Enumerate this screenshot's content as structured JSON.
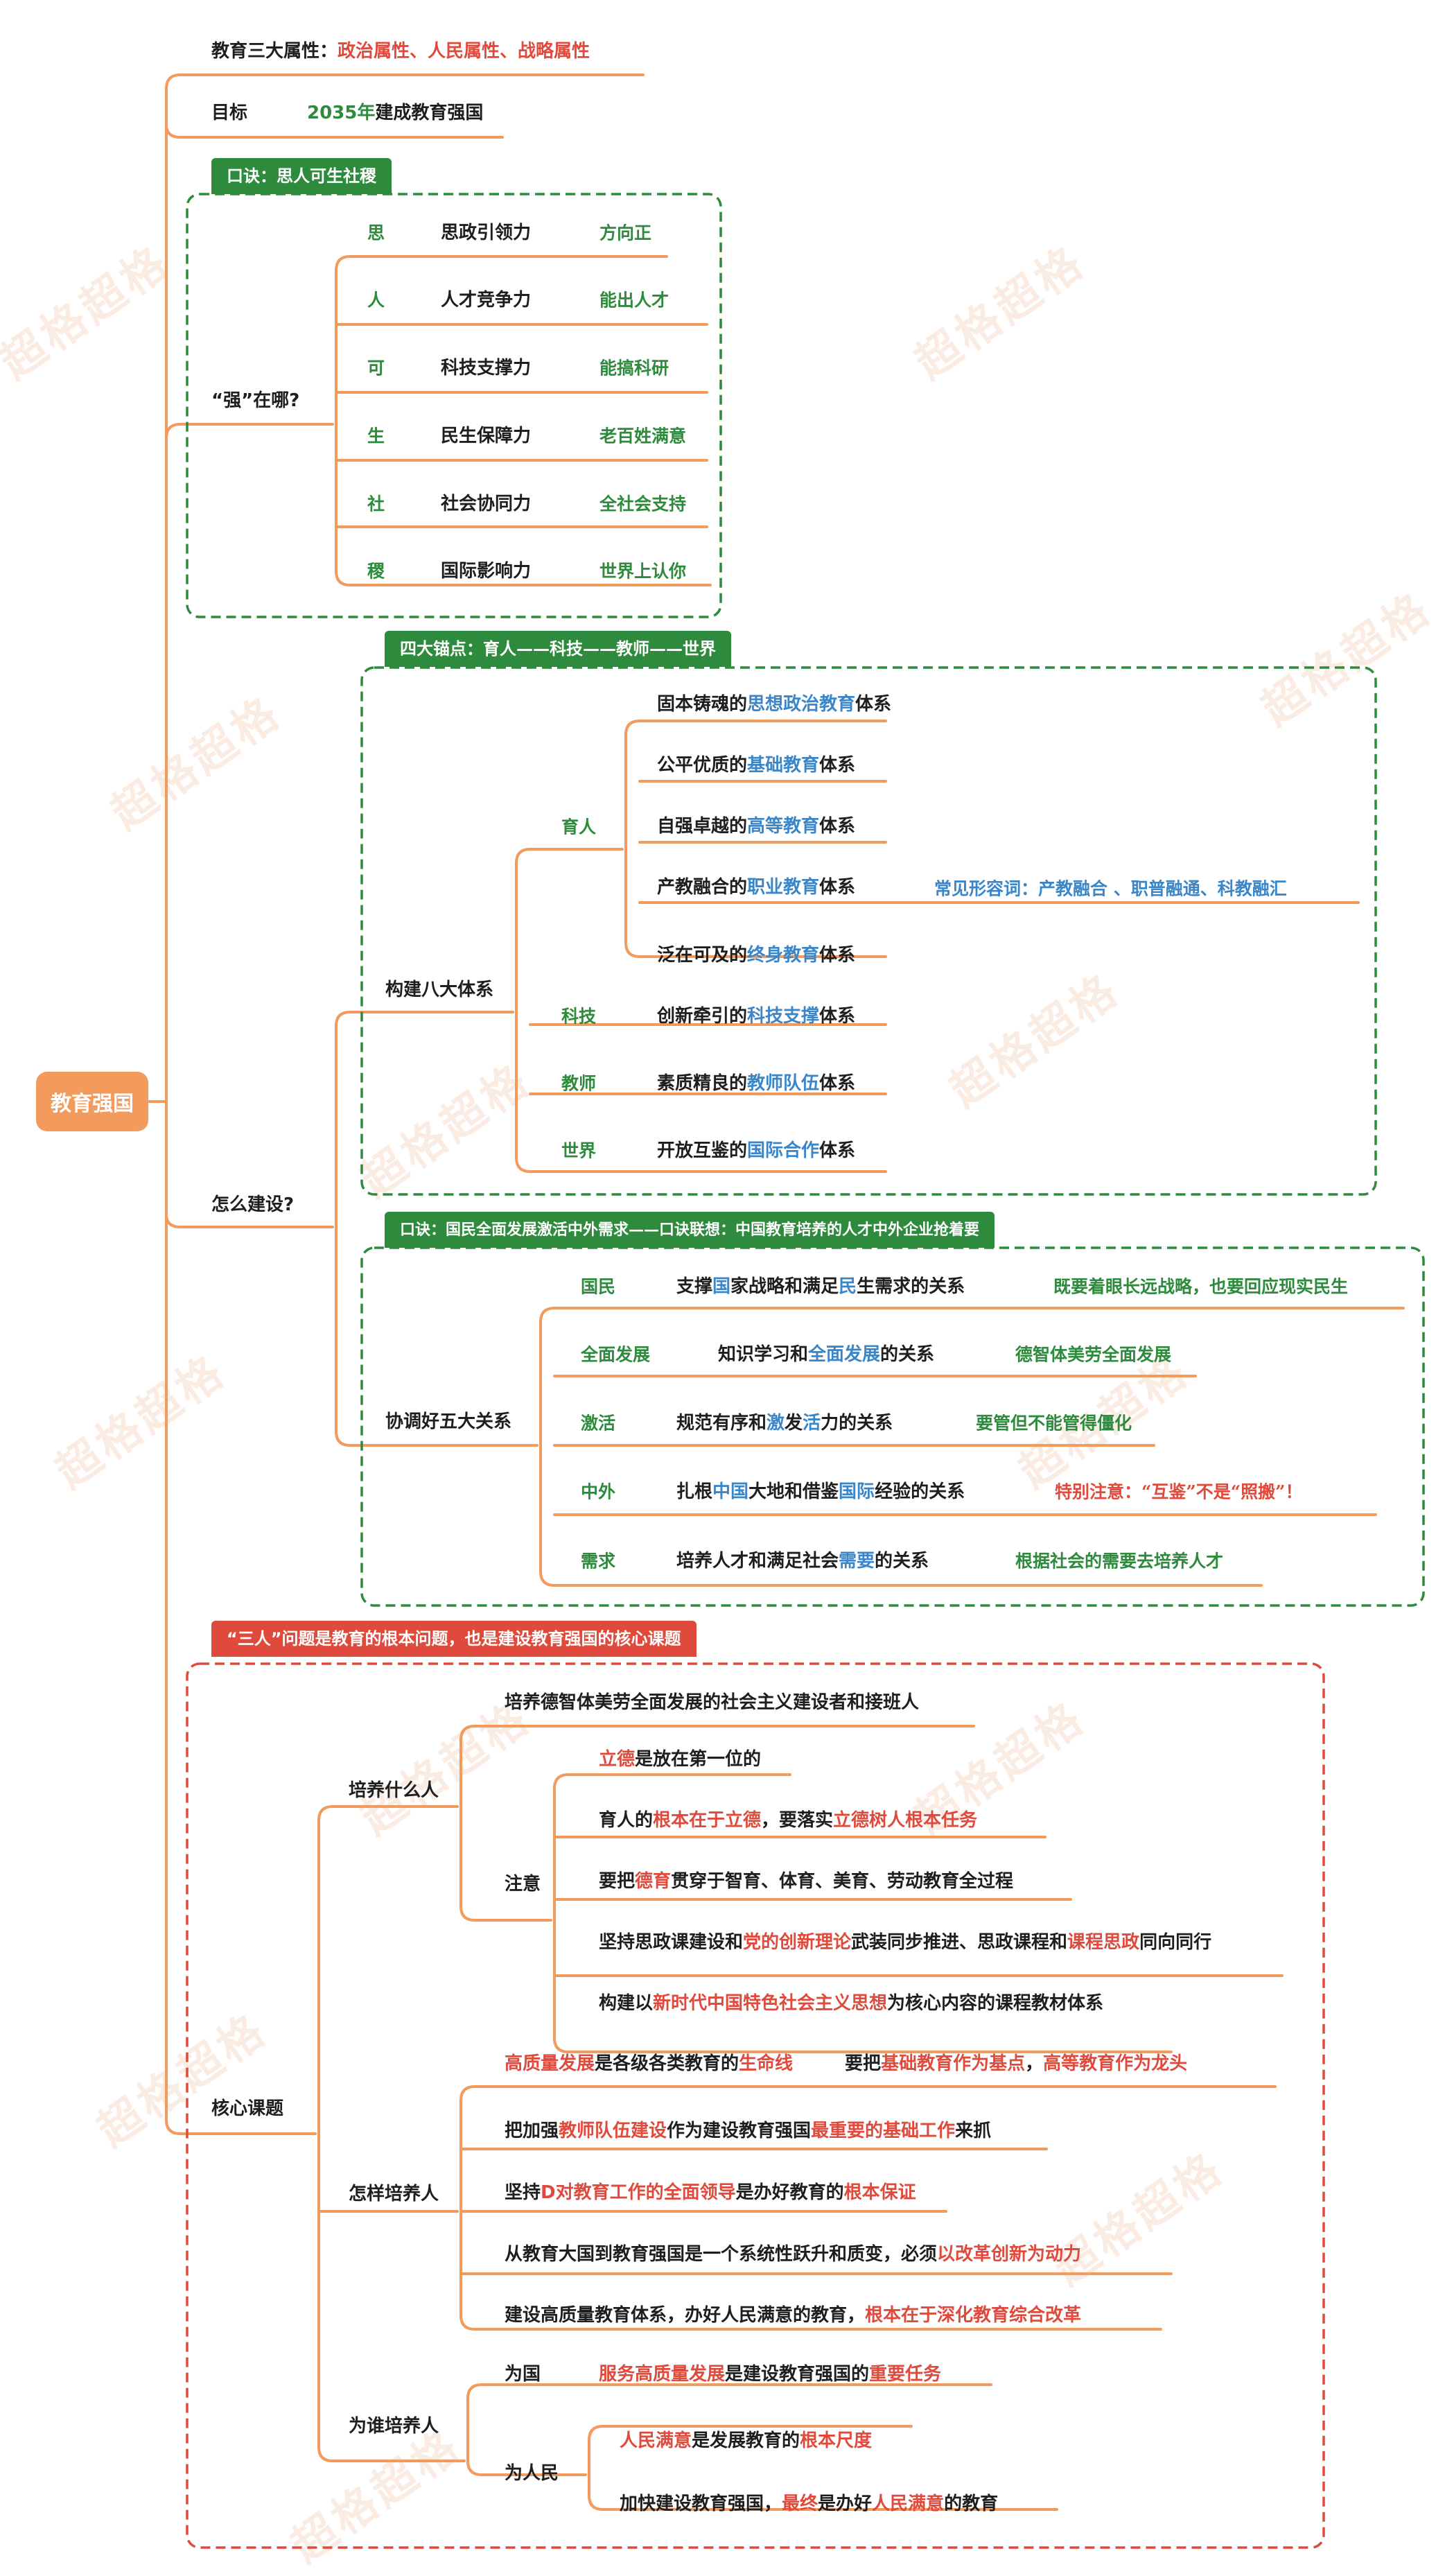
{
  "root": "教育强国",
  "watermark": "超格超格",
  "attrs": {
    "label": "教育三大属性：",
    "value": "政治属性、人民属性、战略属性"
  },
  "goal": {
    "label": "目标",
    "year": "2035年",
    "text": "建成教育强国"
  },
  "strong": {
    "tag": "口诀：思人可生社稷",
    "branch": "“强”在哪?",
    "items": [
      {
        "key": "思",
        "name": "思政引领力",
        "note": "方向正"
      },
      {
        "key": "人",
        "name": "人才竞争力",
        "note": "能出人才"
      },
      {
        "key": "可",
        "name": "科技支撑力",
        "note": "能搞科研"
      },
      {
        "key": "生",
        "name": "民生保障力",
        "note": "老百姓满意"
      },
      {
        "key": "社",
        "name": "社会协同力",
        "note": "全社会支持"
      },
      {
        "key": "稷",
        "name": "国际影响力",
        "note": "世界上认你"
      }
    ]
  },
  "build": {
    "branch": "怎么建设?",
    "eight": {
      "tag": "四大锚点：育人——科技——教师——世界",
      "label": "构建八大体系",
      "groups": {
        "yuren": "育人",
        "keji": "科技",
        "jiaoshi": "教师",
        "shijie": "世界"
      },
      "items": [
        {
          "a": "固本铸魂的",
          "b": "思想政治教育",
          "c": "体系"
        },
        {
          "a": "公平优质的",
          "b": "基础教育",
          "c": "体系"
        },
        {
          "a": "自强卓越的",
          "b": "高等教育",
          "c": "体系"
        },
        {
          "a": "产教融合的",
          "b": "职业教育",
          "c": "体系"
        },
        {
          "a": "泛在可及的",
          "b": "终身教育",
          "c": "体系"
        },
        {
          "a": "创新牵引的",
          "b": "科技支撑",
          "c": "体系"
        },
        {
          "a": "素质精良的",
          "b": "教师队伍",
          "c": "体系"
        },
        {
          "a": "开放互鉴的",
          "b": "国际合作",
          "c": "体系"
        }
      ],
      "vocational_note": "常见形容词：产教融合 、职普融通、科教融汇"
    },
    "five": {
      "tag": "口诀：国民全面发展激活中外需求——口诀联想：中国教育培养的人才中外企业抢着要",
      "label": "协调好五大关系",
      "items": [
        {
          "key": "国民",
          "p": [
            "支撑",
            "国",
            "家战略和满足",
            "民",
            "生需求的关系"
          ],
          "note": "既要着眼长远战略，也要回应现实民生"
        },
        {
          "key": "全面发展",
          "p": [
            "知识学习和",
            "全面发展",
            "的关系"
          ],
          "note": "德智体美劳全面发展"
        },
        {
          "key": "激活",
          "p": [
            "规范有序和",
            "激",
            "发",
            "活",
            "力的关系"
          ],
          "note": "要管但不能管得僵化"
        },
        {
          "key": "中外",
          "p": [
            "扎根",
            "中国",
            "大地和借鉴",
            "国际",
            "经验的关系"
          ],
          "note": "特别注意：“互鉴”不是“照搬”！"
        },
        {
          "key": "需求",
          "p": [
            "培养人才和满足社会",
            "需要",
            "的关系"
          ],
          "note": "根据社会的需要去培养人才"
        }
      ]
    }
  },
  "core": {
    "tag": "“三人”问题是教育的根本问题，也是建设教育强国的核心课题",
    "branch": "核心课题",
    "what": {
      "label": "培养什么人",
      "main": "培养德智体美劳全面发展的社会主义建设者和接班人",
      "attention": "注意",
      "n1": {
        "a": "立德",
        "b": "是放在第一位的"
      },
      "n2": {
        "a": "育人的",
        "b": "根本在于立德",
        "c": "，要落实",
        "d": "立德树人根本任务"
      },
      "n3": {
        "a": "要把",
        "b": "德育",
        "c": "贯穿于智育、体育、美育、劳动教育全过程"
      },
      "n4": {
        "a": "坚持思政课建设和",
        "b": "党的创新理论",
        "c": "武装同步推进、思政课程和",
        "d": "课程思政",
        "e": "同向同行"
      },
      "n5": {
        "a": "构建以",
        "b": "新时代中国特色社会主义思想",
        "c": "为核心内容的课程教材体系"
      }
    },
    "how": {
      "label": "怎样培养人",
      "h1": {
        "a": "高质量发展",
        "b": "是各级各类教育的",
        "c": "生命线",
        "d": "要把",
        "e": "基础教育作为基点",
        "f": "，",
        "g": "高等教育作为龙头"
      },
      "h2": {
        "a": "把加强",
        "b": "教师队伍建设",
        "c": "作为建设教育强国",
        "d": "最重要的基础工作",
        "e": "来抓"
      },
      "h3": {
        "a": "坚持",
        "b": "D对教育工作的全面领导",
        "c": "是办好教育的",
        "d": "根本保证"
      },
      "h4": {
        "a": "从教育大国到教育强国是一个系统性跃升和质变，必须",
        "b": "以改革创新为动力"
      },
      "h5": {
        "a": "建设高质量教育体系，办好人民满意的教育，",
        "b": "根本在于深化教育综合改革"
      }
    },
    "who": {
      "label": "为谁培养人",
      "country": "为国",
      "c1": {
        "a": "服务高质量发展",
        "b": "是建设教育强国的",
        "c": "重要任务"
      },
      "people": "为人民",
      "p1": {
        "a": "人民满意",
        "b": "是发展教育的",
        "c": "根本尺度"
      },
      "p2": {
        "a": "加快建设教育强国，",
        "b": "最终",
        "c": "是办好",
        "d": "人民满意",
        "e": "的教育"
      }
    }
  },
  "colors": {
    "orange": "#f39a5d",
    "green": "#2e8b3d",
    "red": "#e04a3c",
    "blue": "#3a86c8"
  }
}
